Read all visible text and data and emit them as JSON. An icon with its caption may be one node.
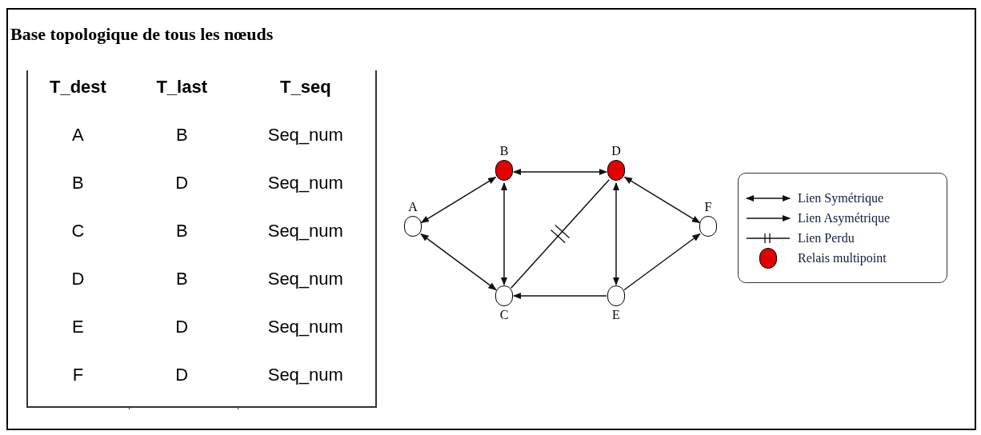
{
  "diagram": {
    "title": "Base topologique de tous les nœuds",
    "nodes": [
      {
        "text": [
          "A"
        ]
      },
      {
        "text": [
          "B"
        ]
      },
      {
        "text": [
          "C"
        ]
      },
      {
        "text": [
          "D"
        ]
      },
      {
        "text": [
          "E"
        ]
      },
      {
        "text": [
          "F"
        ]
      }
    ],
    "edges": [
      {
        "from": 0,
        "to": 1,
        "arrow": "both"
      },
      {
        "from": 0,
        "to": 2,
        "arrow": "both"
      },
      {
        "from": 1,
        "to": 3,
        "arrow": "both"
      },
      {
        "from": 1,
        "to": 2,
        "arrow": "both"
      },
      {
        "from": 2,
        "to": 3,
        "arrow": "none"
      },
      {
        "from": 3,
        "to": 4,
        "arrow": "both"
      },
      {
        "from": 3,
        "to": 5,
        "arrow": "both"
      },
      {
        "from": 4,
        "to": 2,
        "arrow": "to"
      },
      {
        "from": 4,
        "to": 5,
        "arrow": "to"
      }
    ],
    "labels": [
      "T_dest",
      "T_last",
      "T_seq",
      "A",
      "B",
      "Seq_num",
      "B",
      "D",
      "Seq_num",
      "C",
      "B",
      "Seq_num",
      "D",
      "B",
      "Seq_num",
      "E",
      "D",
      "Seq_num",
      "F",
      "D",
      "Seq_num"
    ],
    "legend": [
      {
        "text": "Lien Symétrique"
      },
      {
        "text": "Lien Asymétrique"
      },
      {
        "text": "Lien Perdu"
      },
      {
        "text": "Relais multipoint",
        "color": "#e00000"
      }
    ]
  }
}
